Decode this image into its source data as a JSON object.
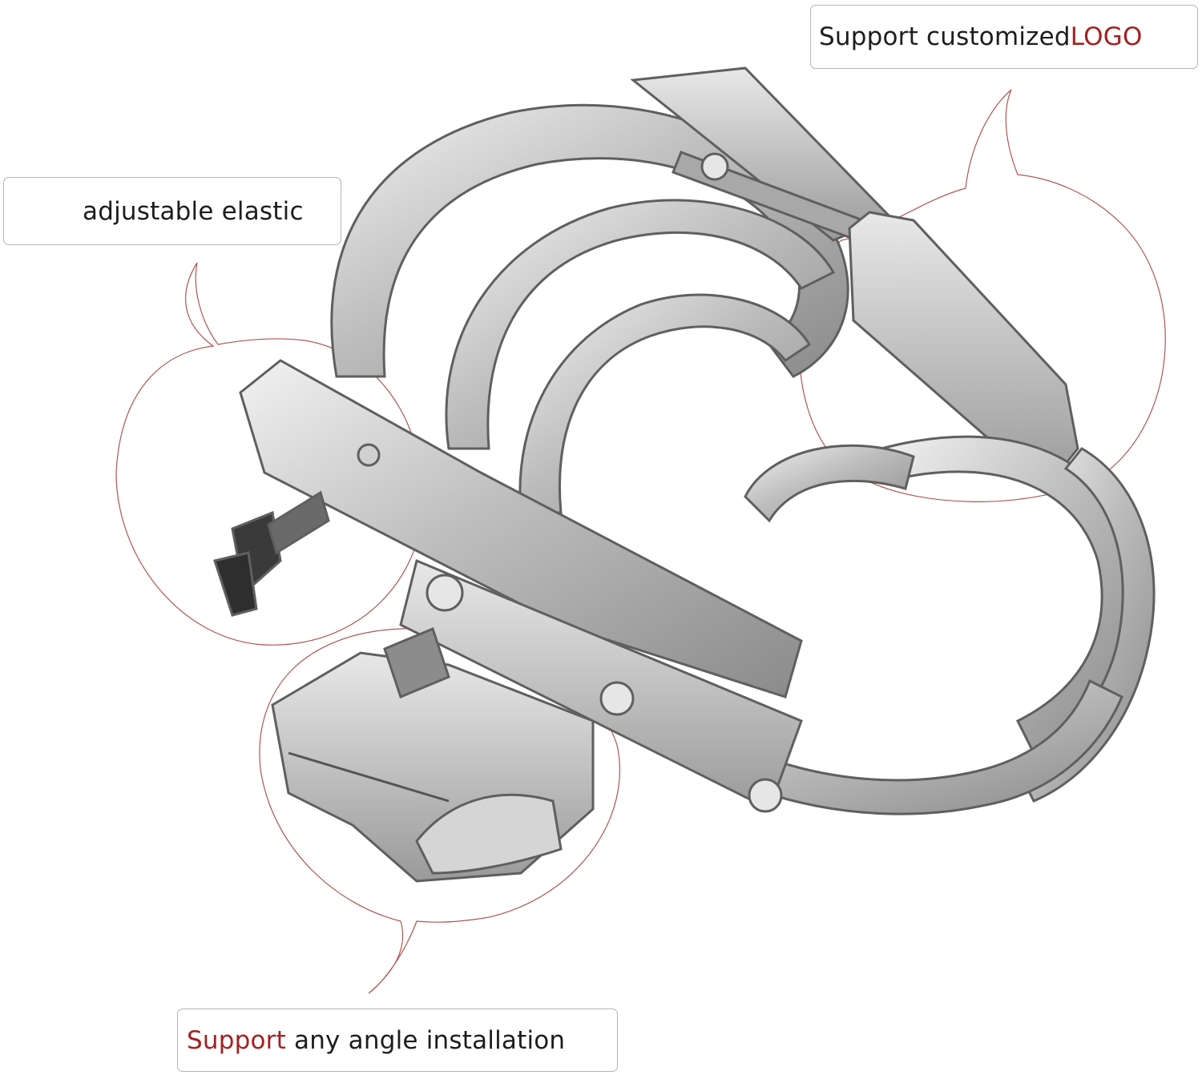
{
  "colors": {
    "accent": "#a32121",
    "text": "#1d1d1d",
    "callout_outline": "#9b2a2a",
    "metal_light": "#d9d9d9",
    "metal_dark": "#6e6e6e"
  },
  "labels": {
    "logo": {
      "lead": "Support customized ",
      "accent": "LOGO"
    },
    "elastic": {
      "text": "adjustable elastic"
    },
    "angle": {
      "accent": "Support",
      "rest": " any angle installation"
    }
  },
  "image": {
    "subject": "stainless-steel-cage-device-product-photo"
  }
}
